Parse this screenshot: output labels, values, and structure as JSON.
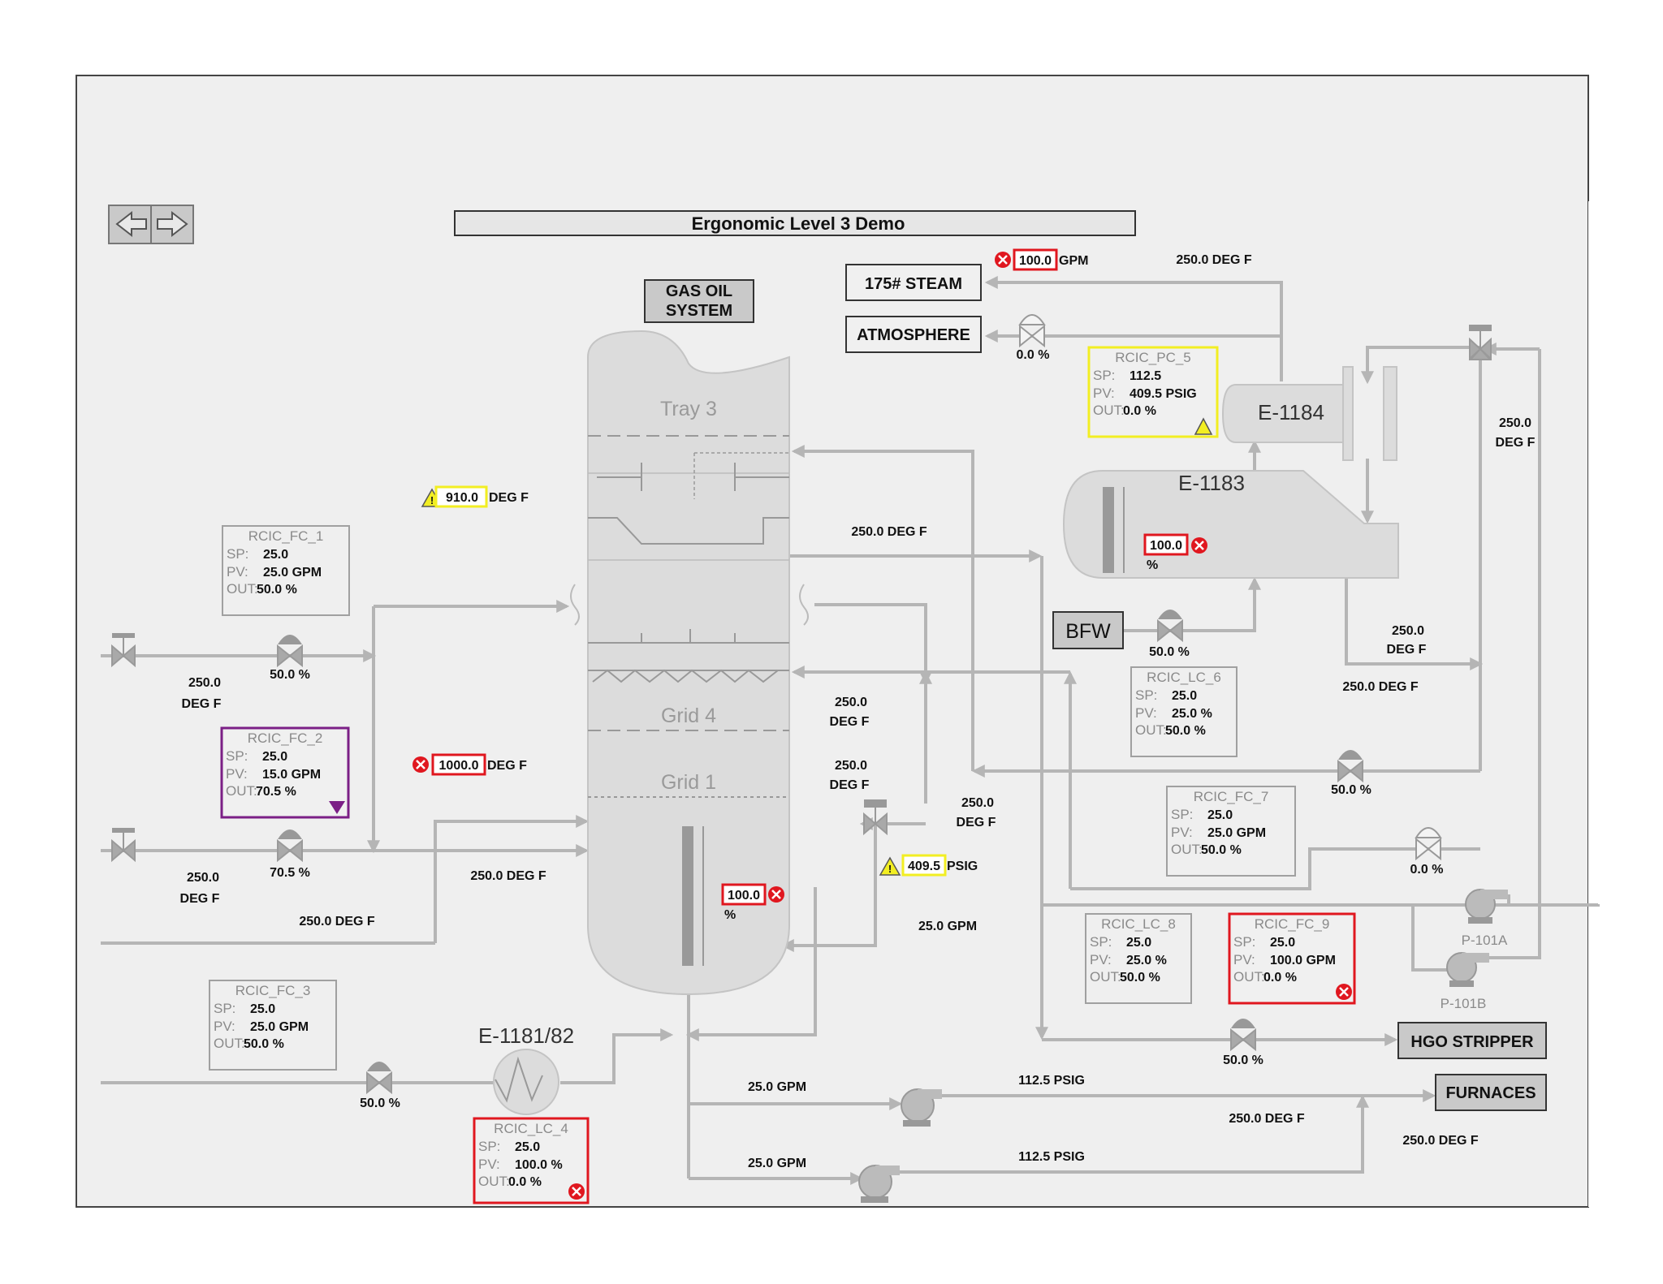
{
  "title": "Ergonomic Level 3 Demo",
  "nav": {
    "back_icon": "arrow-left-icon",
    "forward_icon": "arrow-right-icon"
  },
  "destinations": {
    "gas_oil_line1": "GAS OIL",
    "gas_oil_line2": "SYSTEM",
    "steam": "175# STEAM",
    "atmosphere": "ATMOSPHERE",
    "bfw": "BFW",
    "hgo_stripper": "HGO STRIPPER",
    "furnaces": "FURNACES"
  },
  "equipment": {
    "tray3": "Tray 3",
    "grid4": "Grid 4",
    "grid1": "Grid 1",
    "e1184": "E-1184",
    "e1183": "E-1183",
    "e1181": "E-1181/82",
    "p101a": "P-101A",
    "p101b": "P-101B"
  },
  "controllers": [
    {
      "id": "fc1",
      "name": "RCIC_FC_1",
      "sp_label": "SP:",
      "sp": "25.0",
      "pv_label": "PV:",
      "pv": "25.0 GPM",
      "out_label": "OUT:",
      "out": "50.0 %",
      "state": "normal"
    },
    {
      "id": "fc2",
      "name": "RCIC_FC_2",
      "sp_label": "SP:",
      "sp": "25.0",
      "pv_label": "PV:",
      "pv": "15.0 GPM",
      "out_label": "OUT:",
      "out": "70.5 %",
      "state": "manual"
    },
    {
      "id": "fc3",
      "name": "RCIC_FC_3",
      "sp_label": "SP:",
      "sp": "25.0",
      "pv_label": "PV:",
      "pv": "25.0 GPM",
      "out_label": "OUT:",
      "out": "50.0 %",
      "state": "normal"
    },
    {
      "id": "lc4",
      "name": "RCIC_LC_4",
      "sp_label": "SP:",
      "sp": "25.0",
      "pv_label": "PV:",
      "pv": "100.0 %",
      "out_label": "OUT:",
      "out": "0.0 %",
      "state": "alarm"
    },
    {
      "id": "pc5",
      "name": "RCIC_PC_5",
      "sp_label": "SP:",
      "sp": "112.5",
      "pv_label": "PV:",
      "pv": "409.5 PSIG",
      "out_label": "OUT:",
      "out": "0.0 %",
      "state": "warning"
    },
    {
      "id": "lc6",
      "name": "RCIC_LC_6",
      "sp_label": "SP:",
      "sp": "25.0",
      "pv_label": "PV:",
      "pv": "25.0 %",
      "out_label": "OUT:",
      "out": "50.0 %",
      "state": "normal"
    },
    {
      "id": "fc7",
      "name": "RCIC_FC_7",
      "sp_label": "SP:",
      "sp": "25.0",
      "pv_label": "PV:",
      "pv": "25.0 GPM",
      "out_label": "OUT:",
      "out": "50.0 %",
      "state": "normal"
    },
    {
      "id": "lc8",
      "name": "RCIC_LC_8",
      "sp_label": "SP:",
      "sp": "25.0",
      "pv_label": "PV:",
      "pv": "25.0 %",
      "out_label": "OUT:",
      "out": "50.0 %",
      "state": "normal"
    },
    {
      "id": "fc9",
      "name": "RCIC_FC_9",
      "sp_label": "SP:",
      "sp": "25.0",
      "pv_label": "PV:",
      "pv": "100.0 GPM",
      "out_label": "OUT:",
      "out": "0.0 %",
      "state": "alarm"
    }
  ],
  "alarm_values": {
    "steam_flow": "100.0",
    "steam_flow_unit": "GPM",
    "temp_910": "910.0",
    "temp_910_unit": "DEG F",
    "temp_1000": "1000.0",
    "temp_1000_unit": "DEG F",
    "psig_409": "409.5",
    "psig_409_unit": "PSIG",
    "col_level": "100.0",
    "col_level_unit": "%",
    "e1183_level": "100.0",
    "e1183_level_unit": "%"
  },
  "readings": {
    "steam_temp": "250.0 DEG F",
    "atm_valve": "0.0 %",
    "e1184_temp_line1": "250.0",
    "e1184_temp_line2": "DEG F",
    "top_draw_temp": "250.0  DEG F",
    "fc1_temp_line1": "250.0",
    "fc1_temp_line2": "DEG F",
    "fc1_valve": "50.0 %",
    "fc2_temp_line1": "250.0",
    "fc2_temp_line2": "DEG F",
    "fc2_valve": "70.5 %",
    "feed_temp": "250.0 DEG F",
    "lower_feed_temp": "250.0 DEG F",
    "grid4_temp_line1": "250.0",
    "grid4_temp_line2": "DEG F",
    "grid1_temp_line1": "250.0",
    "grid1_temp_line2": "DEG F",
    "mid_temp_line1": "250.0",
    "mid_temp_line2": "DEG F",
    "bfw_valve": "50.0 %",
    "e1183_out_temp_line1": "250.0",
    "e1183_out_temp_line2": "DEG F",
    "e1183_out_temp2": "250.0 DEG F",
    "fc7_valve": "50.0 %",
    "pump_recycle_valve": "0.0 %",
    "bottom_flow": "25.0 GPM",
    "fc3_valve": "50.0 %",
    "hgo_valve": "50.0 %",
    "pump1_flow": "25.0 GPM",
    "pump1_psig": "112.5 PSIG",
    "pump2_flow": "25.0 GPM",
    "pump2_psig": "112.5 PSIG",
    "furn_temp1": "250.0 DEG F",
    "furn_temp2": "250.0 DEG F"
  },
  "colors": {
    "background": "#efefef",
    "pipe": "#b5b5b5",
    "alarm_red": "#e0171f",
    "warning_yellow": "#f2ee22",
    "manual_purple": "#7b1f86",
    "equipment_fill": "#dcdcdc"
  }
}
